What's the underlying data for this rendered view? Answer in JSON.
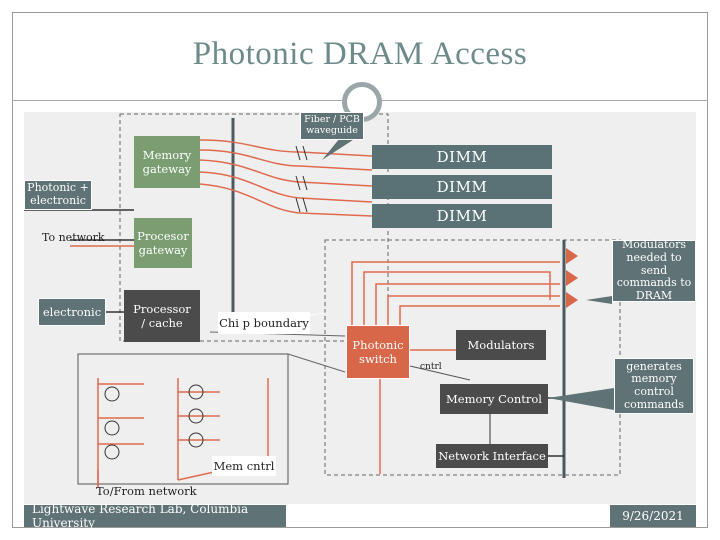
{
  "title": "Photonic DRAM Access",
  "labels": {
    "fiber_waveguide": "Fiber / PCB waveguide",
    "dimm_1": "DIMM",
    "dimm_2": "DIMM",
    "dimm_3": "DIMM",
    "memory_gateway": "Memory gateway",
    "photonic_electronic": "Photonic + electronic",
    "to_network": "To network",
    "processor_gateway": "Procesor gateway",
    "modulators_note": "Modulators needed to send commands to DRAM",
    "electronic": "electronic",
    "processor_cache": "Processor / cache",
    "chip_boundary": "Chi p boundary",
    "photonic_switch": "Photonic switch",
    "modulators": "Modulators",
    "cntrl": "cntrl",
    "memory_control": "Memory Control",
    "generates_note": "generates memory control commands",
    "network_interface": "Network Interface",
    "mem_cntrl": "Mem cntrl",
    "to_from_network": "To/From network"
  },
  "footer": {
    "left": "Lightwave Research Lab, Columbia University",
    "right": "9/26/2021"
  },
  "colors": {
    "title": "#6e8a8a",
    "green": "#7a9e72",
    "dimm": "#5a7276",
    "orange": "#d8674a",
    "waveguide": "#e06a4f",
    "footer": "#5f7275"
  }
}
